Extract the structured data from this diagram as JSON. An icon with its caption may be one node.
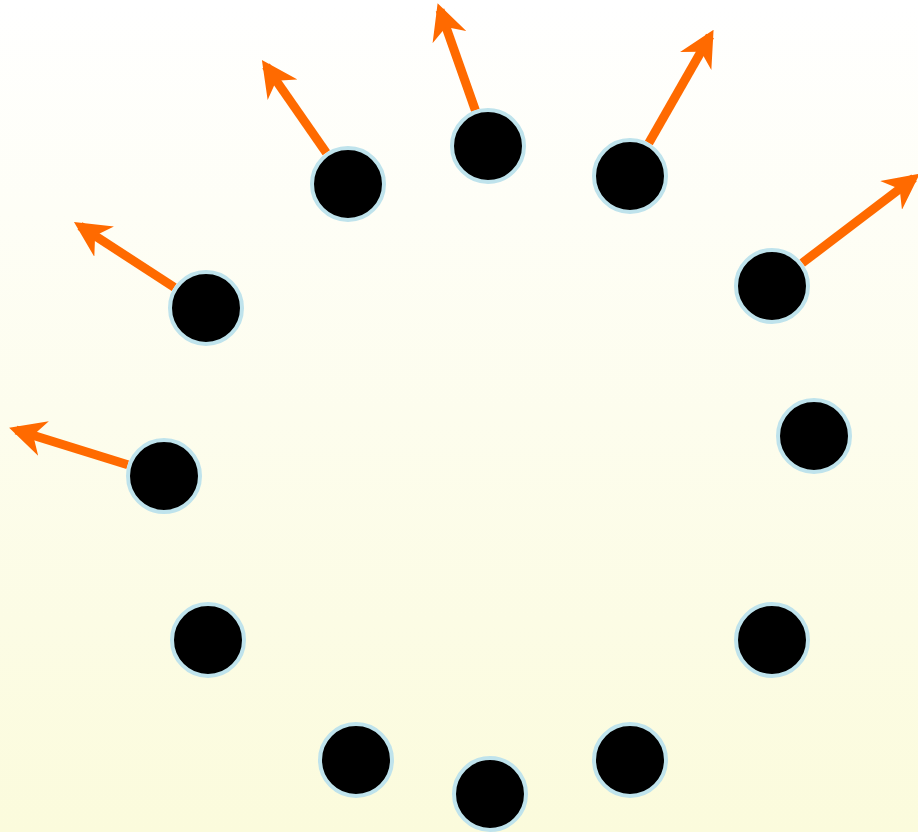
{
  "diagram": {
    "nodes": [
      {
        "text": [],
        "shape": "circle"
      },
      {
        "text": [],
        "shape": "circle"
      },
      {
        "text": [],
        "shape": "circle"
      },
      {
        "text": [],
        "shape": "circle"
      },
      {
        "text": [],
        "shape": "circle"
      },
      {
        "text": [],
        "shape": "circle"
      },
      {
        "text": [],
        "shape": "circle"
      },
      {
        "text": [],
        "shape": "circle"
      },
      {
        "text": [],
        "shape": "circle"
      },
      {
        "text": [],
        "shape": "circle"
      },
      {
        "text": [],
        "shape": "circle"
      },
      {
        "text": [],
        "shape": "circle"
      }
    ],
    "edges": [
      {
        "from": 0,
        "to": null,
        "arrow": "to"
      },
      {
        "from": 1,
        "to": null,
        "arrow": "to"
      },
      {
        "from": 2,
        "to": null,
        "arrow": "to"
      },
      {
        "from": 3,
        "to": null,
        "arrow": "to"
      },
      {
        "from": 4,
        "to": null,
        "arrow": "to"
      },
      {
        "from": 6,
        "to": null,
        "arrow": "to"
      }
    ]
  }
}
